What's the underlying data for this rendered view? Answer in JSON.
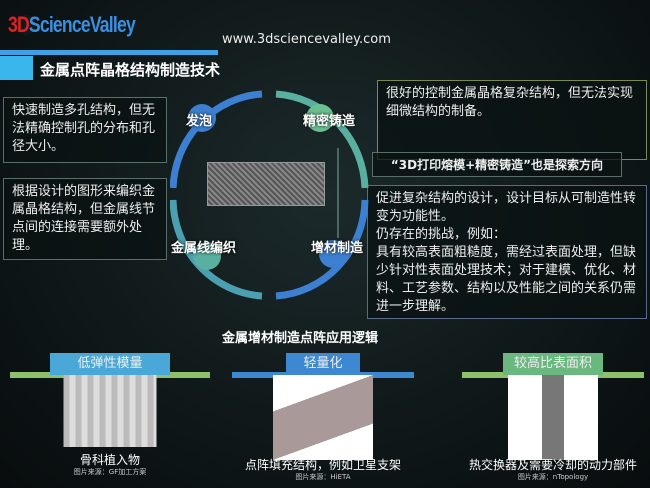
{
  "header": {
    "logo_text": "3DScienceValley",
    "url": "www.3dsciencevalley.com",
    "title": "金属点阵晶格结构制造技术"
  },
  "methods": [
    {
      "label": "发泡",
      "desc": "快速制造多孔结构，但无法精确控制孔的分布和孔径大小。"
    },
    {
      "label": "金属线编织",
      "desc": "根据设计的图形来编织金属晶格结构，但金属线节点间的连接需要额外处理。"
    },
    {
      "label": "精密铸造",
      "desc": "很好的控制金属晶格复杂结构，但无法实现细微结构的制备。"
    },
    {
      "label": "增材制造",
      "desc": "促进复杂结构的设计，设计目标从可制造性转变为功能性。\n仍存在的挑战，例如：\n具有较高表面粗糙度，需经过表面处理，但缺少针对性表面处理技术；对于建模、优化、材料、工艺参数、结构以及性能之间的关系仍需进一步理解。"
    }
  ],
  "tagline": "“3D打印熔模+精密铸造”也是探索方向",
  "section_title": "金属增材制造点阵应用逻辑",
  "applications": [
    {
      "tab": "低弹性模量",
      "caption": "骨科植入物",
      "source": "图片来源：GF加工方案"
    },
    {
      "tab": "轻量化",
      "caption": "点阵填充结构，例如卫星支架",
      "source": "图片来源：HiETA"
    },
    {
      "tab": "较高比表面积",
      "caption": "热交换器及需要冷却的动力部件",
      "source": "图片来源：nTopology"
    }
  ]
}
